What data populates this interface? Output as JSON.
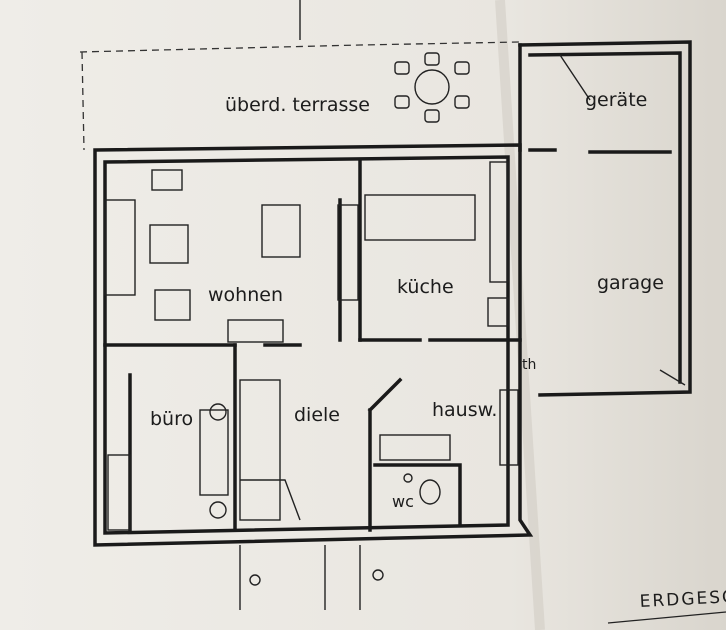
{
  "plan": {
    "rooms": {
      "terrace": "überd. terrasse",
      "shed": "geräte",
      "garage": "garage",
      "living": "wohnen",
      "kitchen": "küche",
      "office": "büro",
      "hall": "diele",
      "utility": "hausw.",
      "door_label": "th",
      "wc": "wc"
    },
    "sheet_title": "ERDGESC"
  },
  "colors": {
    "paper": "#e6e3dc",
    "ink": "#1a1a1a"
  }
}
